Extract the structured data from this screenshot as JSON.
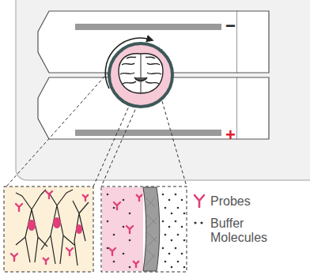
{
  "diagram": {
    "labels": [
      "−",
      "+"
    ],
    "legend": [
      {
        "text": "Probes"
      },
      {
        "text": "Buffer Molecules"
      }
    ]
  }
}
